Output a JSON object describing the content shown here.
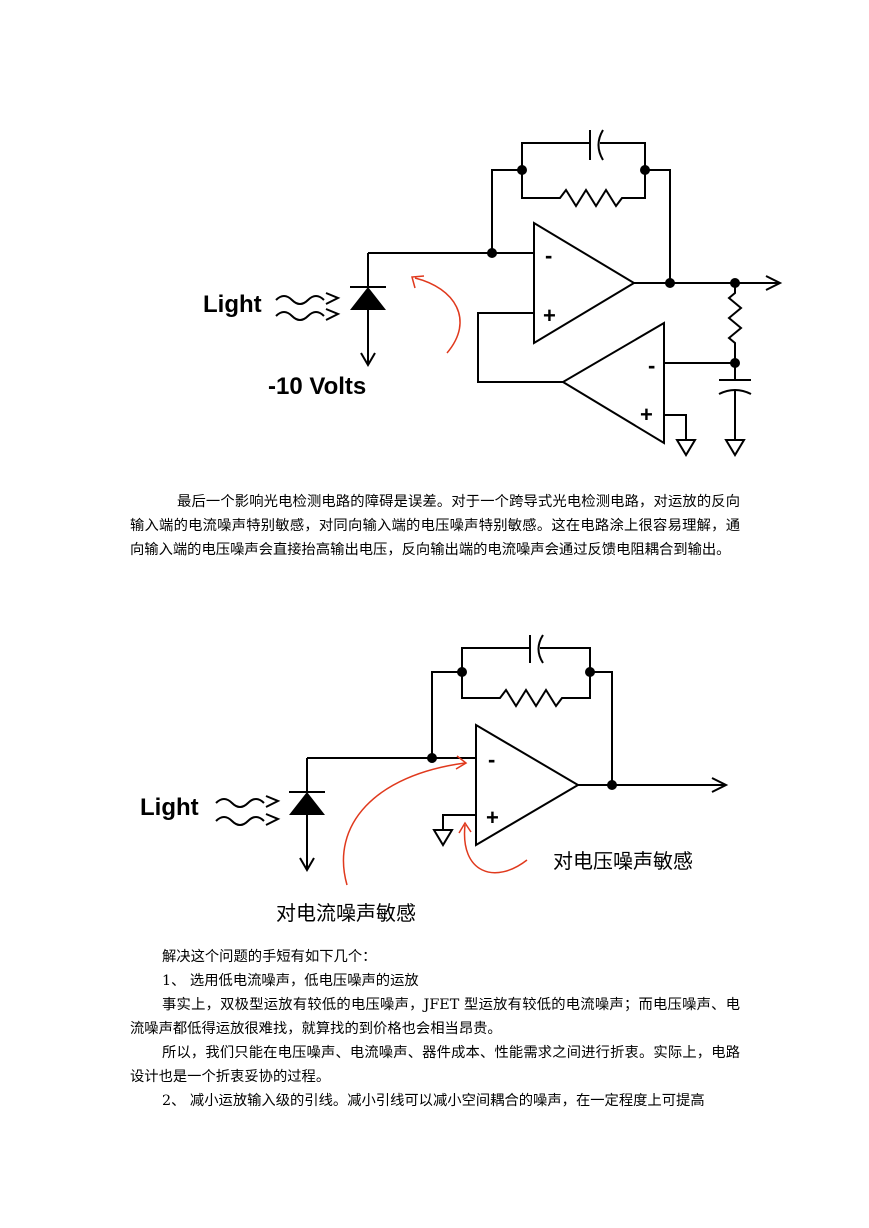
{
  "figure1": {
    "light_label": "Light",
    "bias_label": "-10 Volts",
    "minus_sign": "-",
    "plus_sign": "+"
  },
  "paragraph1": "最后一个影响光电检测电路的障碍是误差。对于一个跨导式光电检测电路，对运放的反向输入端的电流噪声特别敏感，对同向输入端的电压噪声特别敏感。这在电路涂上很容易理解，通向输入端的电压噪声会直接抬高输出电压，反向输出端的电流噪声会通过反馈电阻耦合到输出。",
  "figure2": {
    "light_label": "Light",
    "minus_sign": "-",
    "plus_sign": "+",
    "voltage_note": "对电压噪声敏感",
    "current_note": "对电流噪声敏感"
  },
  "body": {
    "intro": "解决这个问题的手短有如下几个：",
    "item1": "1、 选用低电流噪声，低电压噪声的运放",
    "para_fact": "事实上，双极型运放有较低的电压噪声，JFET 型运放有较低的电流噪声；而电压噪声、电流噪声都低得运放很难找，就算找的到价格也会相当昂贵。",
    "para_so": "所以，我们只能在电压噪声、电流噪声、器件成本、性能需求之间进行折衷。实际上，电路设计也是一个折衷妥协的过程。",
    "item2": "2、 减小运放输入级的引线。减小引线可以减小空间耦合的噪声，在一定程度上可提高"
  }
}
